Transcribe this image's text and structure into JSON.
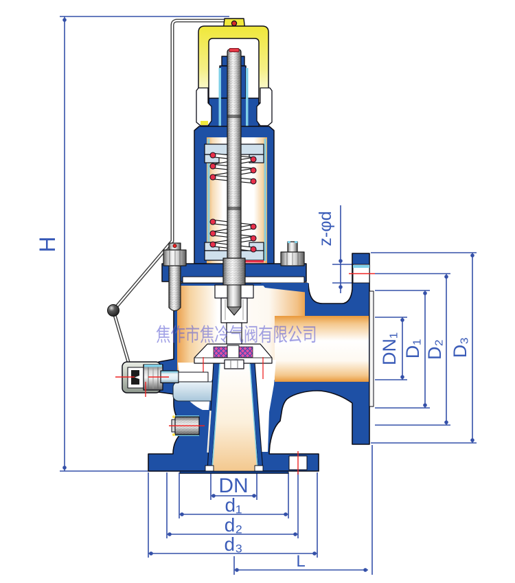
{
  "drawing": {
    "type": "engineering cross-section diagram",
    "subject": "spring-loaded lever safety relief valve",
    "watermark_text": "焦作市焦冷气阀有限公司",
    "dimension_labels": {
      "height": "H",
      "bolt_holes": "z-φd",
      "outlet_bore": "DN₁",
      "outlet_raised_face": "D₁",
      "outlet_bolt_circle": "D₂",
      "outlet_flange_od": "D₃",
      "inlet_bore": "DN",
      "inlet_raised_face": "d₁",
      "inlet_bolt_circle": "d₂",
      "inlet_flange_od": "d₃",
      "center_to_outlet_face": "L"
    },
    "colors": {
      "body_blue": "#1e50a5",
      "dimension_blue": "#3450a8",
      "lifting_fork_yellow": "#f2e94c",
      "spring_red": "#e8304a",
      "seat_seal_magenta": "#d94f9f",
      "interior_cream": "#f0b368",
      "accent_cyan": "#7fd0e8",
      "centerline_red": "#ee2222",
      "watermark_purple": "#6060d4"
    }
  }
}
